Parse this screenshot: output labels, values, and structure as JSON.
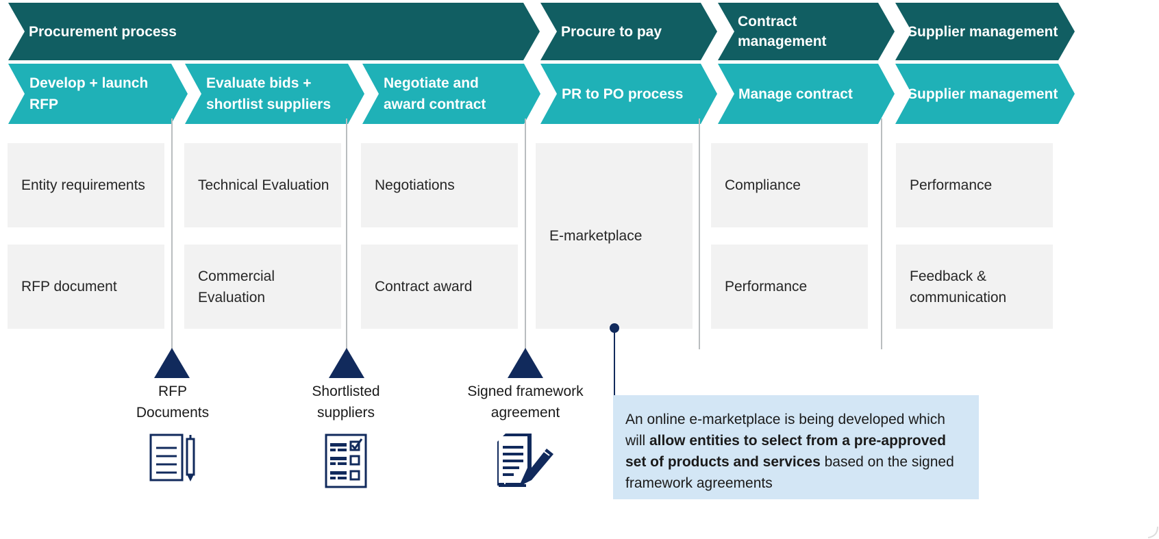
{
  "colors": {
    "top_band": "#115e62",
    "sub_band": "#1fb1b7",
    "navy": "#112a5c",
    "box_bg": "#f2f2f2",
    "callout_bg": "#d3e6f5"
  },
  "top_row": [
    {
      "label": "Procurement process"
    },
    {
      "label": "Procure to pay"
    },
    {
      "label": "Contract management"
    },
    {
      "label": "Supplier management"
    }
  ],
  "sub_row": [
    {
      "label_lines": [
        "Develop + launch",
        "RFP"
      ]
    },
    {
      "label_lines": [
        "Evaluate bids +",
        "shortlist suppliers"
      ]
    },
    {
      "label_lines": [
        "Negotiate and",
        "award contract"
      ]
    },
    {
      "label_lines": [
        "PR to PO process"
      ]
    },
    {
      "label_lines": [
        "Manage contract"
      ]
    },
    {
      "label_lines": [
        "Supplier management"
      ]
    }
  ],
  "activities": {
    "rfp": [
      "Entity requirements",
      "RFP document"
    ],
    "evaluate": [
      "Technical Evaluation",
      "Commercial Evaluation"
    ],
    "negotiate": [
      "Negotiations",
      "Contract award"
    ],
    "p2p": [
      "E-marketplace"
    ],
    "contract": [
      "Compliance",
      "Performance"
    ],
    "supplier": [
      "Performance",
      "Feedback & communication"
    ]
  },
  "outputs": [
    {
      "label_lines": [
        "RFP",
        "Documents"
      ],
      "icon": "document-pen-icon"
    },
    {
      "label_lines": [
        "Shortlisted",
        "suppliers"
      ],
      "icon": "checklist-icon"
    },
    {
      "label_lines": [
        "Signed framework",
        "agreement"
      ],
      "icon": "signed-document-icon"
    }
  ],
  "callout": {
    "text_1": "An online e-marketplace is being developed which will ",
    "text_bold": "allow entities to select from a pre-approved set of products and services",
    "text_2": " based on the signed framework agreements"
  }
}
